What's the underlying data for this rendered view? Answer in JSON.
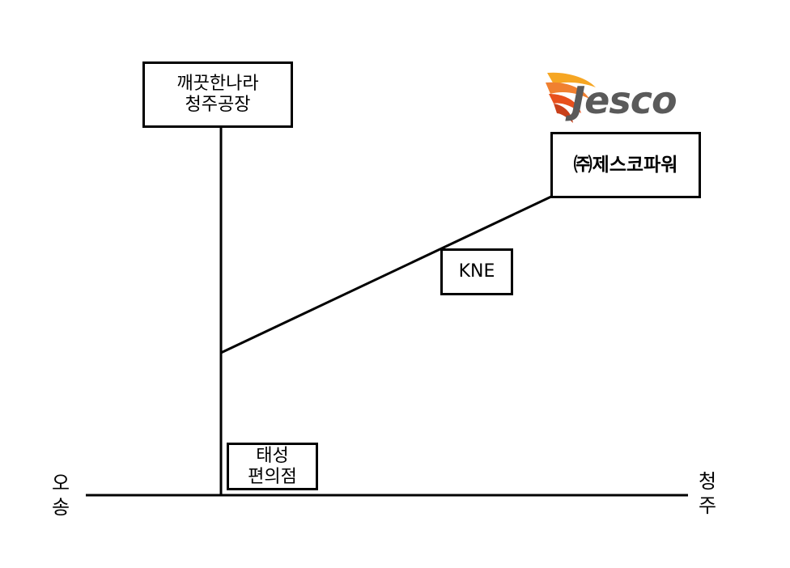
{
  "map": {
    "places": {
      "factory": {
        "line1": "깨끗한나라",
        "line2": "청주공장"
      },
      "jesco": {
        "name": "㈜제스코파워"
      },
      "kne": {
        "name": "KNE"
      },
      "store": {
        "line1": "태성",
        "line2": "편의점"
      }
    },
    "road_ends": {
      "left": {
        "char1": "오",
        "char2": "송"
      },
      "right": {
        "char1": "청",
        "char2": "주"
      }
    },
    "logo": {
      "text": "Jesco",
      "colors": {
        "text": "#5a5a5a",
        "swoosh_dark": "#e8501c",
        "swoosh_light": "#f6a623"
      }
    }
  }
}
